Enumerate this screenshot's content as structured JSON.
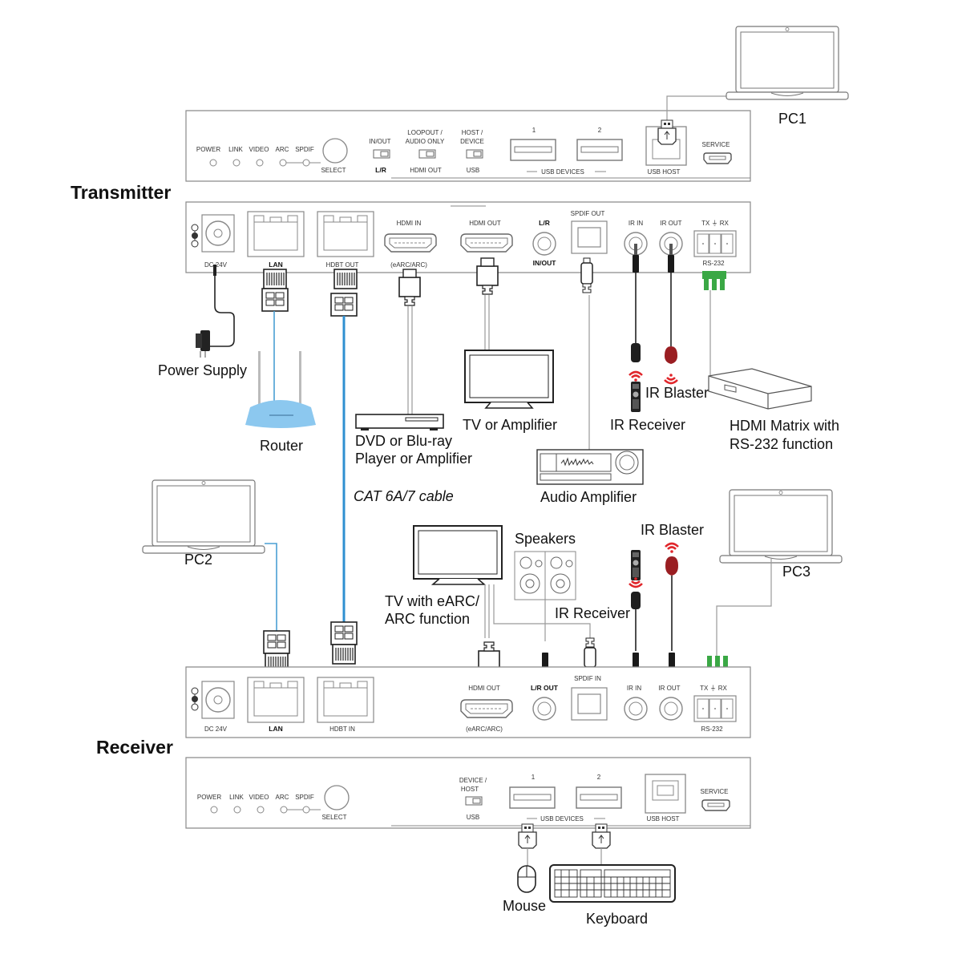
{
  "titles": {
    "transmitter": "Transmitter",
    "receiver": "Receiver"
  },
  "transmitter_front": {
    "leds": [
      "POWER",
      "LINK",
      "VIDEO",
      "ARC",
      "SPDIF"
    ],
    "select": "SELECT",
    "switches": [
      {
        "top": [
          "IN/OUT"
        ],
        "bottom": "L/R"
      },
      {
        "top": [
          "LOOPOUT /",
          "AUDIO ONLY"
        ],
        "bottom": "HDMI OUT"
      },
      {
        "top": [
          "HOST /",
          "DEVICE"
        ],
        "bottom": "USB"
      }
    ],
    "usb_port_numbers": [
      "1",
      "2"
    ],
    "usb_devices": "USB DEVICES",
    "usb_host": "USB HOST",
    "service": "SERVICE"
  },
  "transmitter_rear": {
    "dc": "DC 24V",
    "lan": "LAN",
    "hdbt": "HDBT OUT",
    "hdmi_in": "HDMI IN",
    "hdmi_in_sub": "(eARC/ARC)",
    "hdmi_out": "HDMI OUT",
    "lr": "L/R",
    "lr_sub": "IN/OUT",
    "spdif": "SPDIF OUT",
    "ir_in": "IR IN",
    "ir_out": "IR OUT",
    "rs232_top": "TX ⏚ RX",
    "rs232": "RS-232"
  },
  "receiver_rear": {
    "dc": "DC 24V",
    "lan": "LAN",
    "hdbt": "HDBT IN",
    "hdmi_out": "HDMI OUT",
    "hdmi_out_sub": "(eARC/ARC)",
    "lr": "L/R OUT",
    "spdif": "SPDIF IN",
    "ir_in": "IR IN",
    "ir_out": "IR OUT",
    "rs232_top": "TX ⏚ RX",
    "rs232": "RS-232"
  },
  "receiver_front": {
    "leds": [
      "POWER",
      "LINK",
      "VIDEO",
      "ARC",
      "SPDIF"
    ],
    "select": "SELECT",
    "switch": {
      "top": [
        "DEVICE /",
        "HOST"
      ],
      "bottom": "USB"
    },
    "usb_port_numbers": [
      "1",
      "2"
    ],
    "usb_devices": "USB DEVICES",
    "usb_host": "USB HOST",
    "service": "SERVICE"
  },
  "devices": {
    "pc1": "PC1",
    "pc2": "PC2",
    "pc3": "PC3",
    "power_supply": "Power Supply",
    "router": "Router",
    "dvd": [
      "DVD or Blu-ray",
      "Player or Amplifier"
    ],
    "tv_amp": "TV or Amplifier",
    "ir_receiver_tx": "IR Receiver",
    "ir_blaster_tx": "IR Blaster",
    "hdmi_matrix": [
      "HDMI Matrix with",
      "RS-232 function"
    ],
    "audio_amp": "Audio Amplifier",
    "cable": "CAT 6A/7 cable",
    "tv_earc": [
      "TV with eARC/",
      "ARC function"
    ],
    "speakers": "Speakers",
    "ir_blaster_rx": "IR Blaster",
    "ir_receiver_rx": "IR Receiver",
    "mouse": "Mouse",
    "keyboard": "Keyboard"
  },
  "colors": {
    "cable_blue": "#4a9fd4",
    "terminal_green": "#3aa845",
    "ir_red": "#e0262b"
  }
}
